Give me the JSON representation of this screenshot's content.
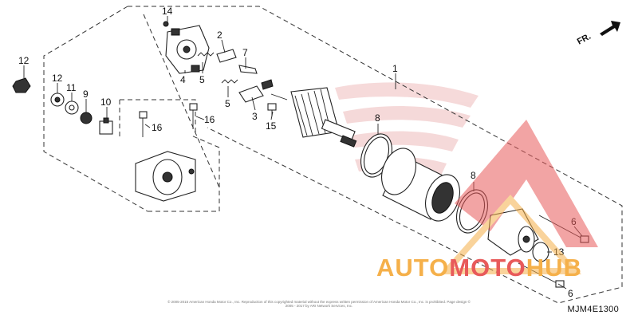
{
  "diagram": {
    "parts": [
      {
        "id": "p1",
        "label": "1"
      },
      {
        "id": "p2",
        "label": "2"
      },
      {
        "id": "p3",
        "label": "3"
      },
      {
        "id": "p4",
        "label": "4"
      },
      {
        "id": "p5a",
        "label": "5"
      },
      {
        "id": "p5b",
        "label": "5"
      },
      {
        "id": "p6a",
        "label": "6"
      },
      {
        "id": "p6b",
        "label": "6"
      },
      {
        "id": "p7",
        "label": "7"
      },
      {
        "id": "p8a",
        "label": "8"
      },
      {
        "id": "p8b",
        "label": "8"
      },
      {
        "id": "p9",
        "label": "9"
      },
      {
        "id": "p10",
        "label": "10"
      },
      {
        "id": "p11",
        "label": "11"
      },
      {
        "id": "p12a",
        "label": "12"
      },
      {
        "id": "p12b",
        "label": "12"
      },
      {
        "id": "p13",
        "label": "13"
      },
      {
        "id": "p14",
        "label": "14"
      },
      {
        "id": "p15",
        "label": "15"
      },
      {
        "id": "p16a",
        "label": "16"
      },
      {
        "id": "p16b",
        "label": "16"
      }
    ],
    "direction_label": "FR.",
    "diagram_code": "MJM4E1300",
    "copyright_text": "© 2005-2015 American Honda Motor Co., Inc. Reproduction of this copyrighted material without the express written permission of American Honda Motor Co., Inc. is prohibited. Page design © 2005 - 2017 by ARI Network Services, Inc."
  },
  "watermark": {
    "text_part1": "AUTO",
    "text_part2": "MOTO",
    "text_part3": "HUB",
    "primary_color": "#e85a5a",
    "secondary_color": "#f5b04a"
  }
}
